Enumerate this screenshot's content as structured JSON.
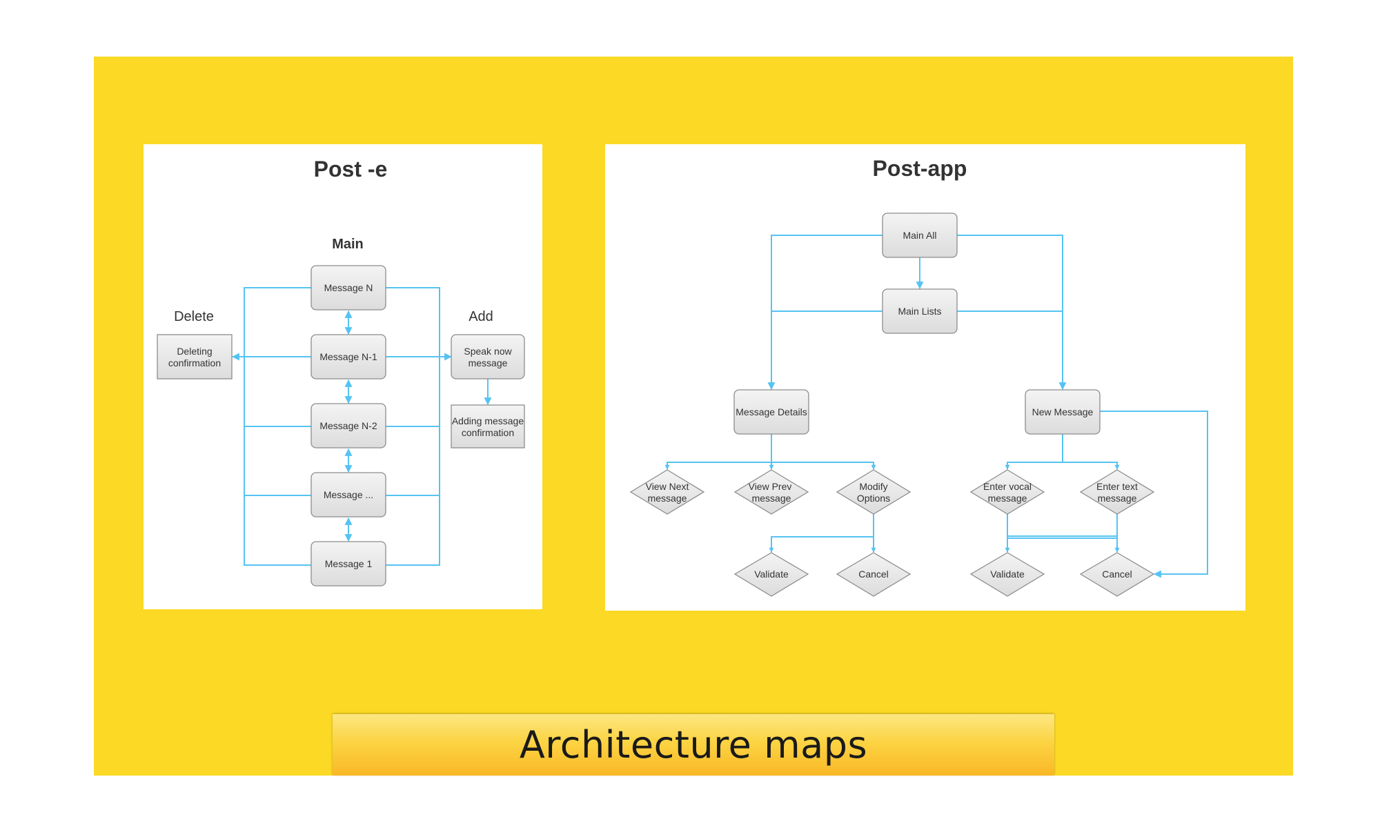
{
  "left_diagram": {
    "title": "Post -e",
    "main_label": "Main",
    "delete_label": "Delete",
    "add_label": "Add",
    "nodes": {
      "message_n": "Message N",
      "message_n1": "Message N-1",
      "message_n2": "Message N-2",
      "message_dots": "Message ...",
      "message_1": "Message 1",
      "deleting_line1": "Deleting",
      "deleting_line2": "confirmation",
      "speak_line1": "Speak now",
      "speak_line2": "message",
      "adding_line1": "Adding message",
      "adding_line2": "confirmation"
    }
  },
  "right_diagram": {
    "title": "Post-app",
    "nodes": {
      "main_all": "Main All",
      "main_lists": "Main Lists",
      "message_details": "Message Details",
      "new_message": "New Message",
      "view_next_line1": "View Next",
      "view_next_line2": "message",
      "view_prev_line1": "View Prev",
      "view_prev_line2": "message",
      "modify_line1": "Modify",
      "modify_line2": "Options",
      "enter_vocal_line1": "Enter vocal",
      "enter_vocal_line2": "message",
      "enter_text_line1": "Enter text",
      "enter_text_line2": "message",
      "validate_left": "Validate",
      "cancel_left": "Cancel",
      "validate_right": "Validate",
      "cancel_right": "Cancel"
    }
  },
  "banner": {
    "text": "Architecture maps"
  },
  "colors": {
    "background": "#fbd924",
    "connector": "#55c3f2",
    "node_border": "#8c8c8c"
  }
}
